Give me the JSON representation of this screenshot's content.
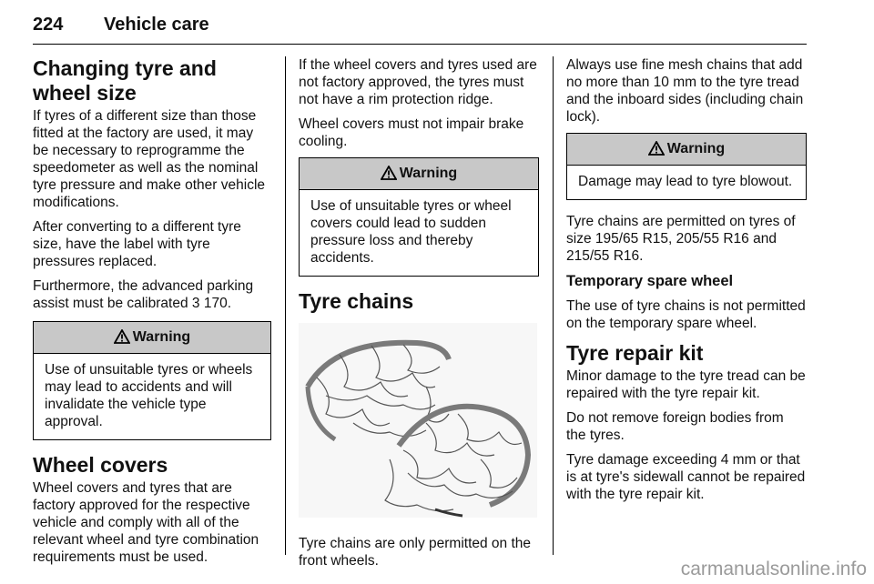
{
  "header": {
    "page_number": "224",
    "section": "Vehicle care"
  },
  "col1": {
    "heading": "Changing tyre and wheel size",
    "p1": "If tyres of a different size than those fitted at the factory are used, it may be necessary to reprogramme the speedometer as well as the nominal tyre pressure and make other vehicle modifications.",
    "p2": "After converting to a different tyre size, have the label with tyre pressures replaced.",
    "p3_text": "Furthermore, the advanced parking assist must be calibrated",
    "p3_arrow": "3",
    "p3_ref": "170.",
    "warning_title": "Warning",
    "warning_text": "Use of unsuitable tyres or wheels may lead to accidents and will invalidate the vehicle type approval.",
    "heading2": "Wheel covers",
    "p4": "Wheel covers and tyres that are factory approved for the respective vehicle and comply with all of the relevant wheel and tyre combination requirements must be used."
  },
  "col2": {
    "p1": "If the wheel covers and tyres used are not factory approved, the tyres must not have a rim protection ridge.",
    "p2": "Wheel covers must not impair brake cooling.",
    "warning_title": "Warning",
    "warning_text": "Use of unsuitable tyres or wheel covers could lead to sudden pressure loss and thereby accidents.",
    "heading": "Tyre chains",
    "p3": "Tyre chains are only permitted on the front wheels."
  },
  "col3": {
    "p1": "Always use fine mesh chains that add no more than 10 mm to the tyre tread and the inboard sides (including chain lock).",
    "warning_title": "Warning",
    "warning_text": "Damage may lead to tyre blowout.",
    "p2": "Tyre chains are permitted on tyres of size 195/65 R15, 205/55 R16 and 215/55 R16.",
    "subheading": "Temporary spare wheel",
    "p3": "The use of tyre chains is not permitted on the temporary spare wheel.",
    "heading": "Tyre repair kit",
    "p4": "Minor damage to the tyre tread can be repaired with the tyre repair kit.",
    "p5": "Do not remove foreign bodies from the tyres.",
    "p6": "Tyre damage exceeding 4 mm or that is at tyre's sidewall cannot be repaired with the tyre repair kit."
  },
  "watermark": "carmanualsonline.info"
}
